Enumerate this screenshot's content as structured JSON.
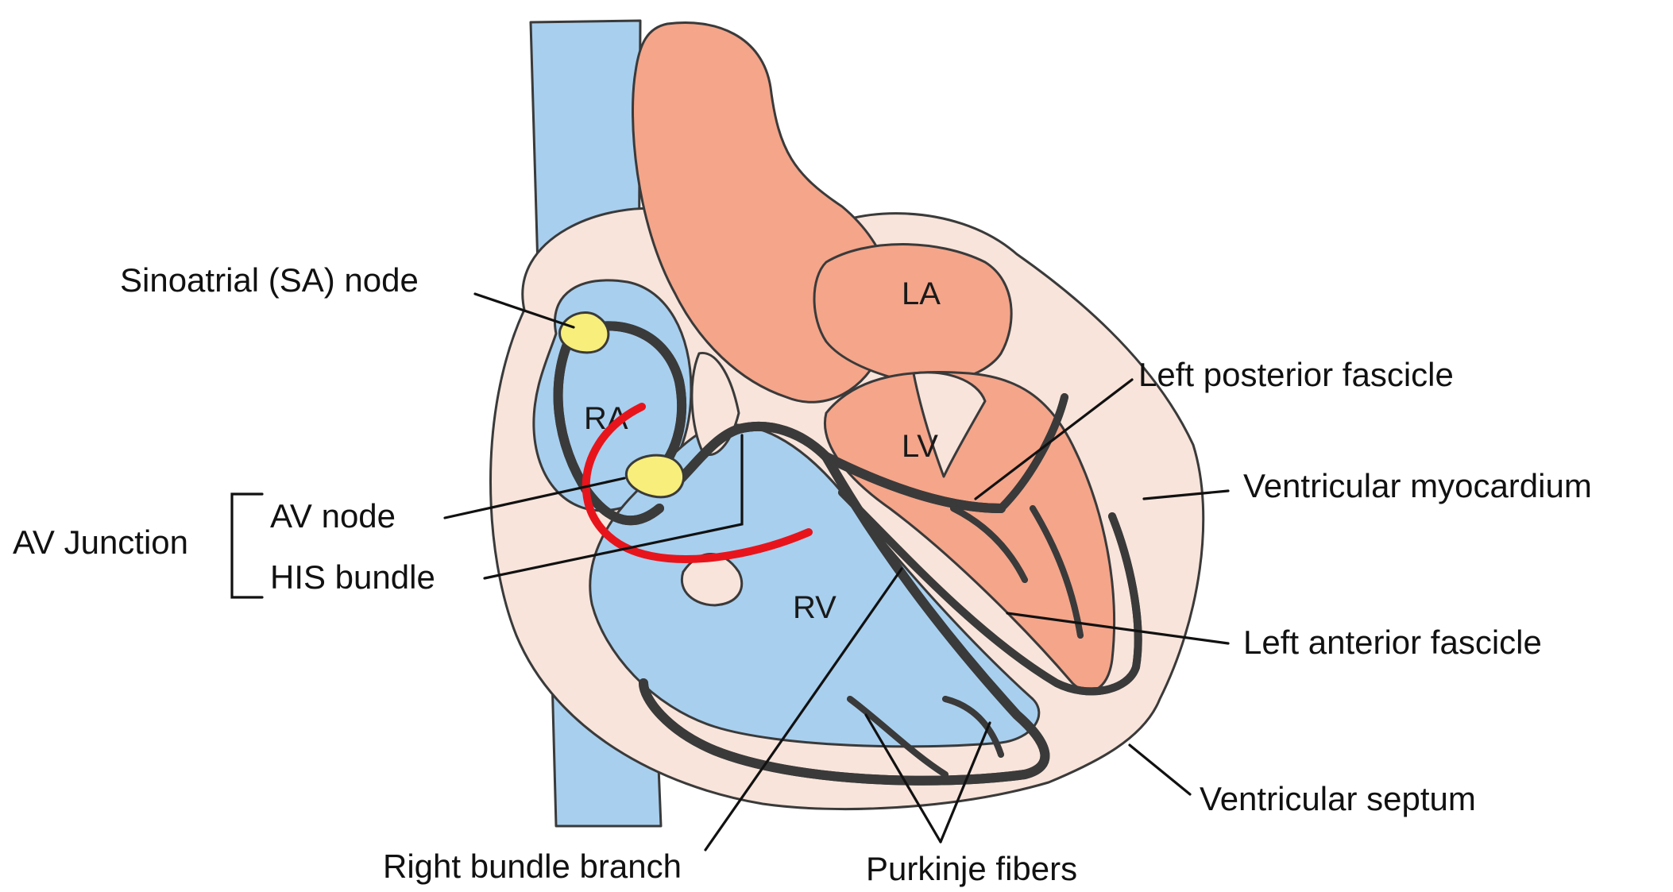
{
  "labels": {
    "sa_node": "Sinoatrial (SA) node",
    "av_junction": "AV Junction",
    "av_node": "AV node",
    "his_bundle": "HIS bundle",
    "left_posterior_fascicle": "Left posterior fascicle",
    "ventricular_myocardium": "Ventricular myocardium",
    "left_anterior_fascicle": "Left anterior fascicle",
    "ventricular_septum": "Ventricular septum",
    "right_bundle_branch": "Right bundle branch",
    "purkinje_fibers": "Purkinje fibers"
  },
  "chambers": {
    "ra": "RA",
    "la": "LA",
    "lv": "LV",
    "rv": "RV"
  },
  "colors": {
    "venous_blue": "#a8cfee",
    "arterial_salmon": "#f4a58a",
    "myocardium_pink": "#f8e4db",
    "conduction_yellow": "#f7ee7b",
    "outline": "#3a3a3a",
    "annotation_red": "#e8141c",
    "text": "#111111"
  }
}
